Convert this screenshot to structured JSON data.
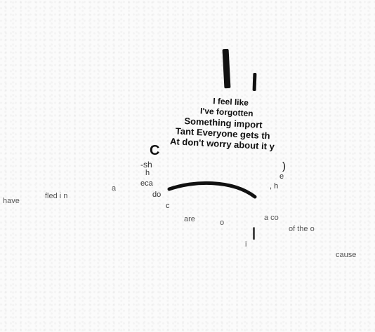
{
  "poem": {
    "lines": [
      "I feel like",
      "I've forgotten",
      "Something import",
      "Tant Everyone gets th",
      "At don't worry about it y"
    ]
  },
  "fragments": {
    "c_big": "C",
    "sh": "-sh",
    "h1": "h",
    "eca": "eca",
    "do": "do",
    "c_small": "c",
    "a1": "a",
    "have": "have",
    "fled": "fled i n",
    "are": "are",
    "o": "o",
    "aco": "a co",
    "of_the_o": "of the o",
    "i": "i",
    "cause": "cause",
    "paren": ")",
    "e": "e",
    "h2": ", h",
    "pipe": "|"
  }
}
